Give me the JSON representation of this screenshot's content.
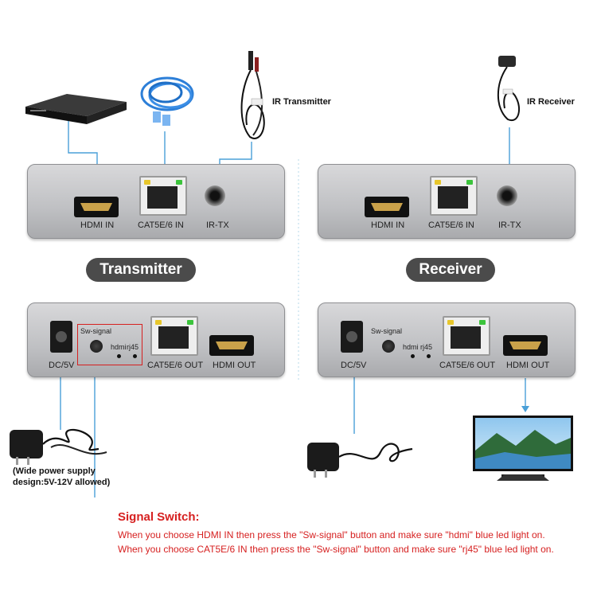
{
  "transmitter_top": {
    "hdmi_in": "HDMI IN",
    "cat_in": "CAT5E/6 IN",
    "ir_tx": "IR-TX"
  },
  "receiver_top": {
    "hdmi_in": "HDMI IN",
    "cat_in": "CAT5E/6 IN",
    "ir_tx": "IR-TX"
  },
  "transmitter_label": "Transmitter",
  "receiver_label": "Receiver",
  "ir_transmitter_label": "IR Transmitter",
  "ir_receiver_label": "IR Receiver",
  "transmitter_bottom": {
    "dc": "DC/5V",
    "sw": "Sw-signal",
    "hdmi": "hdmi",
    "rj45": "rj45",
    "cat_out": "CAT5E/6 OUT",
    "hdmi_out": "HDMI OUT"
  },
  "receiver_bottom": {
    "dc": "DC/5V",
    "sw": "Sw-signal",
    "hdmi": "hdmi",
    "rj45": "rj45",
    "cat_out": "CAT5E/6 OUT",
    "hdmi_out": "HDMI OUT"
  },
  "power_note": {
    "line1": "(Wide power supply",
    "line2": "design:5V-12V allowed)"
  },
  "signal_switch": {
    "title": "Signal Switch:",
    "line1": "When you choose HDMI IN then press the \"Sw-signal\" button and make sure \"hdmi\" blue led light on.",
    "line2": "When you choose CAT5E/6 IN then press the \"Sw-signal\" button and make sure \"rj45\" blue led light on."
  },
  "colors": {
    "accent_blue": "#4aa0d8",
    "note_red": "#d62020",
    "pill_dark": "#4b4b4b"
  }
}
